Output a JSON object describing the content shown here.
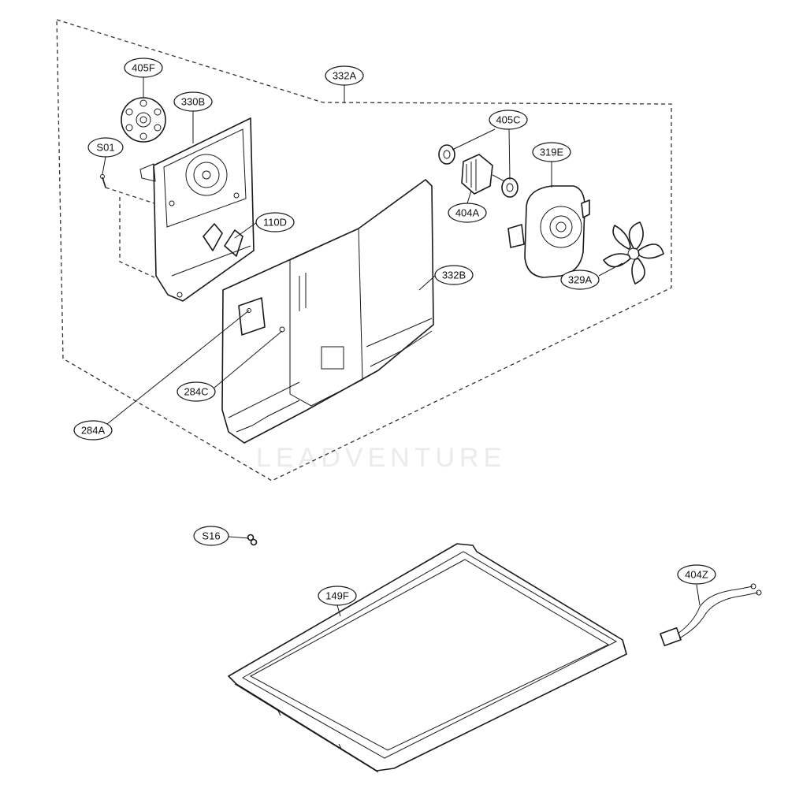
{
  "diagram": {
    "watermark": "LEADVENTURE",
    "callouts": {
      "c405F": "405F",
      "c332A": "332A",
      "c330B": "330B",
      "cS01": "S01",
      "c405C": "405C",
      "c319E": "319E",
      "c404A": "404A",
      "c110D": "110D",
      "c332B": "332B",
      "c329A": "329A",
      "c284C": "284C",
      "c284A": "284A",
      "cS16": "S16",
      "c149F": "149F",
      "c404Z": "404Z"
    }
  }
}
